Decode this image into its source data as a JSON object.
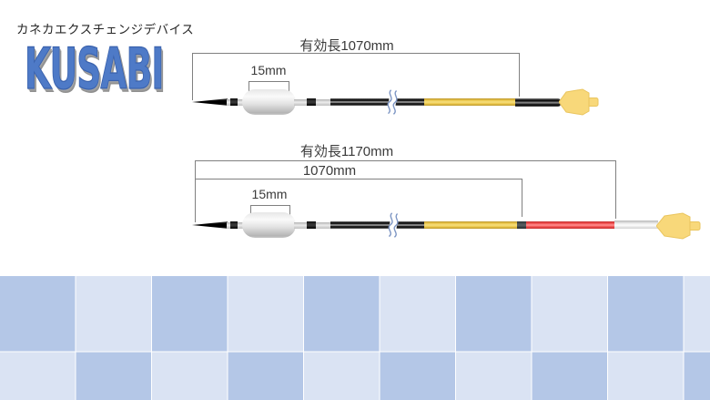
{
  "header": {
    "title": "カネカエクスチェンジデバイス"
  },
  "logo": {
    "text": "KUSABI"
  },
  "devices": {
    "top": {
      "effective_length_label": "有効長1070mm",
      "wedge_length_label": "15mm"
    },
    "bottom": {
      "effective_length_label": "有効長1170mm",
      "distal_length_label": "1070mm",
      "wedge_length_label": "15mm"
    }
  },
  "colors": {
    "logo_blue": "#4e7ac7",
    "marker_yellow": "#ecc94e",
    "extension_red": "#f15050",
    "hub_yellow": "#f8d87a",
    "checker_dark": "#b4c7e7",
    "checker_light": "#dae3f3",
    "dimension_line": "#808080"
  }
}
